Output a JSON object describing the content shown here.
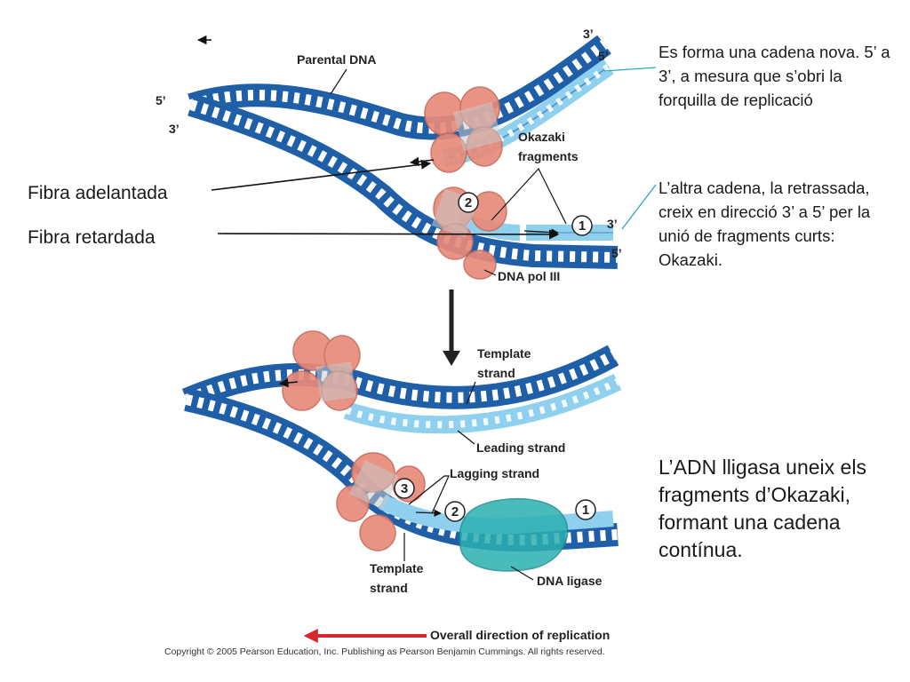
{
  "labels": {
    "parental_dna": "Parental DNA",
    "okazaki_line1": "Okazaki",
    "okazaki_line2": "fragments",
    "dna_pol": "DNA pol III",
    "template_top_line1": "Template",
    "template_top_line2": "strand",
    "leading_strand": "Leading strand",
    "lagging_strand": "Lagging strand",
    "template_bottom_line1": "Template",
    "template_bottom_line2": "strand",
    "dna_ligase": "DNA ligase",
    "overall_direction": "Overall direction of replication",
    "copyright": "Copyright © 2005 Pearson Education, Inc. Publishing as Pearson Benjamin Cummings. All rights reserved."
  },
  "strand_ends": {
    "top_right_3": "3’",
    "top_right_5": "5’",
    "left_5": "5’",
    "left_3": "3’",
    "lower_right_3": "3’",
    "lower_right_5": "5’"
  },
  "fragment_numbers": {
    "top_1": "1",
    "top_2": "2",
    "bottom_1": "1",
    "bottom_2": "2",
    "bottom_3": "3"
  },
  "annotations": {
    "fibra_adelantada": "Fibra adelantada",
    "fibra_retardada": "Fibra retardada",
    "note_leading": "Es forma una cadena nova. 5’ a 3’, a mesura que s’obri la forquilla de replicació",
    "note_lagging": "L’altra cadena, la retrassada, creix en direcció 3’ a 5’ per la unió de fragments curts: Okazaki.",
    "note_ligase": "L’ADN lligasa uneix els fragments d’Okazaki, formant una cadena contínua."
  },
  "colors": {
    "dark_strand": "#1f5fa8",
    "light_strand": "#8fd0ef",
    "polymerase": "#e88a7a",
    "ligase": "#2bb0b0",
    "direction_arrow": "#d7262e",
    "pointer_line": "#2aa7c9"
  }
}
